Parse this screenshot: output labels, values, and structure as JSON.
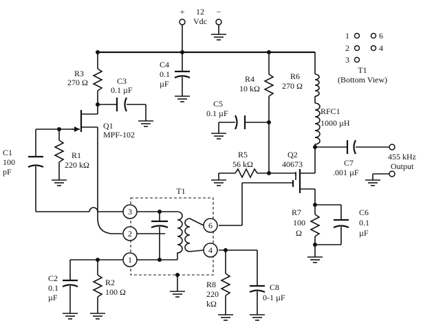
{
  "supply": {
    "plus": "+",
    "volts": "12",
    "unit": "Vdc",
    "minus": "−"
  },
  "r3": {
    "name": "R3",
    "value": "270 Ω"
  },
  "c3": {
    "name": "C3",
    "value": "0.1 µF"
  },
  "c4": {
    "name": "C4",
    "value": "0.1",
    "unit": "µF"
  },
  "r4": {
    "name": "R4",
    "value": "10 kΩ"
  },
  "r6": {
    "name": "R6",
    "value": "270 Ω"
  },
  "c5": {
    "name": "C5",
    "value": "0.1 µF"
  },
  "rfc1": {
    "name": "RFC1",
    "value": "1000 µH"
  },
  "q1": {
    "name": "Q1",
    "part": "MPF-102"
  },
  "r1": {
    "name": "R1",
    "value": "220 kΩ"
  },
  "c1": {
    "name": "C1",
    "value": "100",
    "unit": "pF"
  },
  "r5": {
    "name": "R5",
    "value": "56 kΩ"
  },
  "q2": {
    "name": "Q2",
    "part": "40673"
  },
  "c7": {
    "name": "C7",
    "value": ".001 µF"
  },
  "output": {
    "freq": "455 kHz",
    "label": "Output"
  },
  "t1": {
    "name": "T1",
    "legend_caption": "(Bottom View)"
  },
  "pins": {
    "p1": "1",
    "p2": "2",
    "p3": "3",
    "p4": "4",
    "p6": "6"
  },
  "r7": {
    "name": "R7",
    "value": "100",
    "unit": "Ω"
  },
  "c6": {
    "name": "C6",
    "value": "0.1",
    "unit": "µF"
  },
  "c2": {
    "name": "C2",
    "value": "0.1",
    "unit": "µF"
  },
  "r2": {
    "name": "R2",
    "value": "100 Ω"
  },
  "r8": {
    "name": "R8",
    "value": "220",
    "unit": "kΩ"
  },
  "c8": {
    "name": "C8",
    "value": "0-1 µF"
  }
}
